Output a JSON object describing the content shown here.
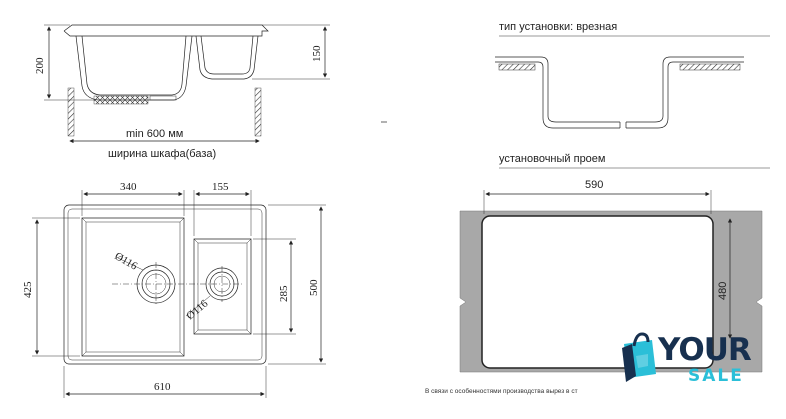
{
  "dimensions": {
    "side_height": "200",
    "side_small_depth": "150",
    "min_width": "min 600 мм",
    "cabinet_caption": "ширина шкафа(база)",
    "top_left_width": "340",
    "top_right_width": "155",
    "total_depth": "425",
    "outer_depth": "500",
    "small_bowl_depth": "285",
    "total_width": "610",
    "drain_left": "Ø116",
    "drain_right": "Ø116"
  },
  "install": {
    "type_label": "тип установки: врезная",
    "cutout_label": "установочный проем",
    "cutout_width": "590",
    "cutout_height": "480",
    "note": "В связи с особенностями производства вырез в ст"
  },
  "badge": {
    "word_top": "YOUR",
    "word_bottom": "SALE",
    "icon": "shopping-bag-icon",
    "colors": {
      "cyan": "#2bbfd8",
      "navy": "#17304f"
    }
  }
}
